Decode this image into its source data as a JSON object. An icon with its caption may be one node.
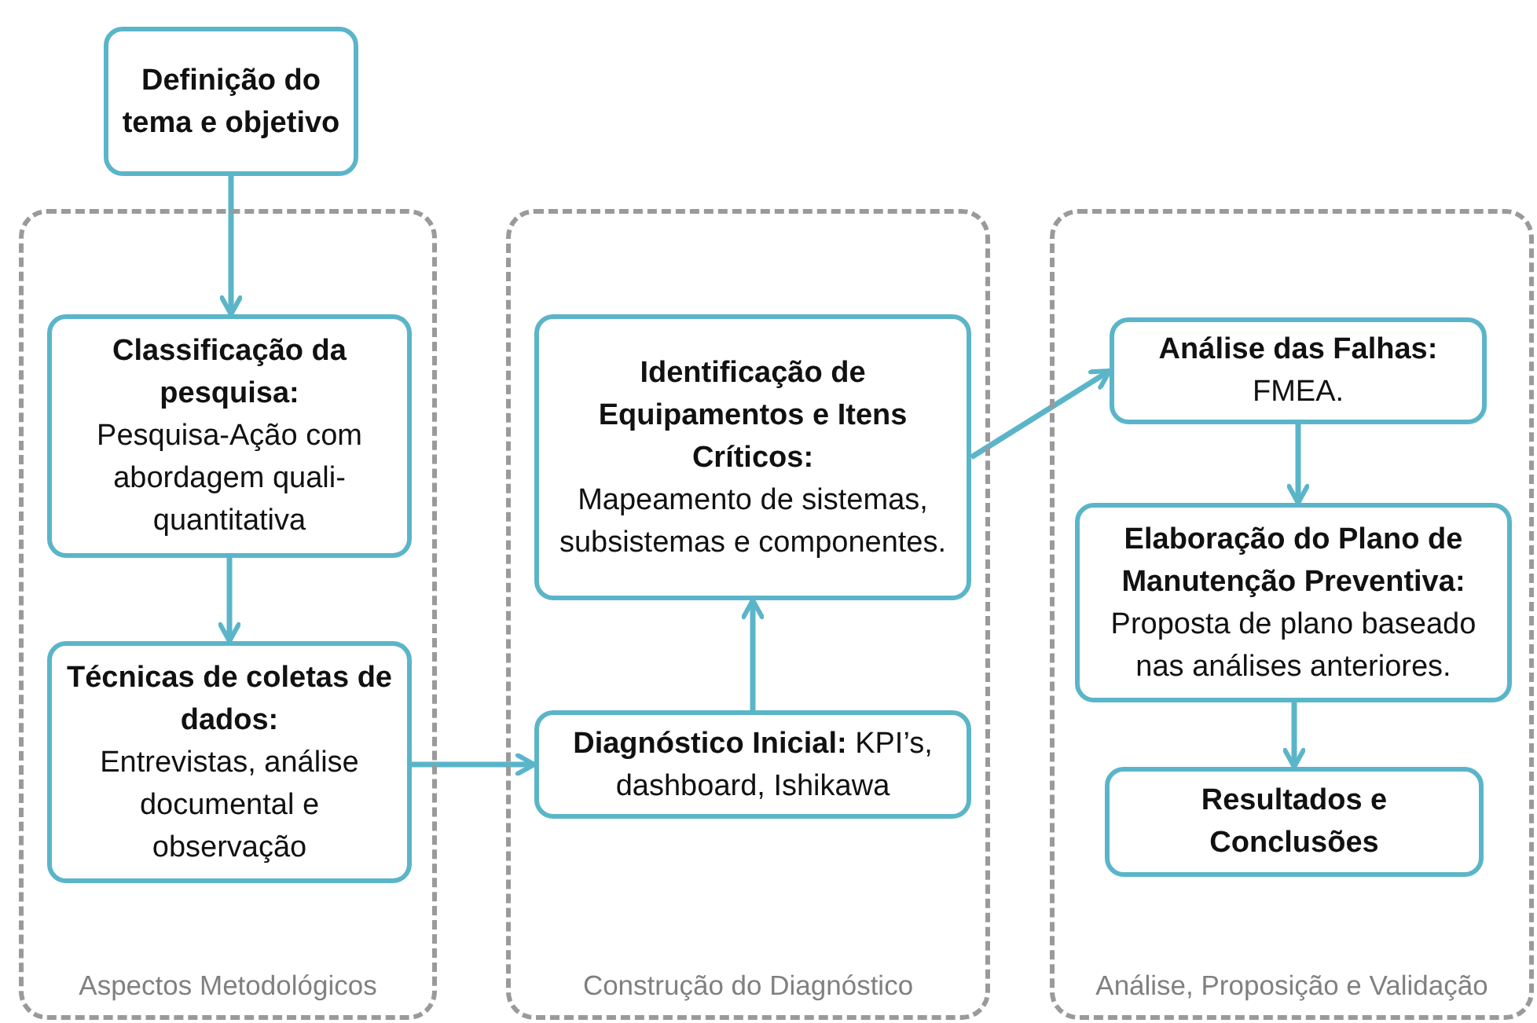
{
  "diagram": {
    "nodes": [
      {
        "text": [
          "Definição do tema e objetivo"
        ]
      },
      {
        "text": [
          "Aspectos Metodológicos"
        ]
      },
      {
        "text": [
          "Classificação da pesquisa:",
          "Pesquisa-Ação com abordagem quali-quantitativa"
        ],
        "in": 1
      },
      {
        "text": [
          "Técnicas de coletas de dados:",
          "Entrevistas, análise documental e observação"
        ],
        "in": 1
      },
      {
        "text": [
          "Construção do Diagnóstico"
        ]
      },
      {
        "text": [
          "Identificação de Equipamentos e Itens Críticos:",
          "Mapeamento de sistemas, subsistemas e componentes."
        ],
        "in": 4
      },
      {
        "text": [
          "**Diagnóstico Inicial:** KPI’s, dashboard, Ishikawa"
        ],
        "in": 4
      },
      {
        "text": [
          "Análise, Proposição e Validação"
        ]
      },
      {
        "text": [
          "Análise das Falhas:",
          "FMEA."
        ],
        "in": 7
      },
      {
        "text": [
          "Elaboração do Plano de Manutenção Preventiva:",
          "Proposta de plano baseado nas análises anteriores."
        ],
        "in": 7
      },
      {
        "text": [
          "Resultados e Conclusões"
        ],
        "in": 7
      }
    ],
    "edges": [
      {
        "from": 0,
        "to": 2,
        "arrow": "to"
      },
      {
        "from": 2,
        "to": 3,
        "arrow": "to"
      },
      {
        "from": 3,
        "to": 6,
        "arrow": "to"
      },
      {
        "from": 6,
        "to": 5,
        "arrow": "to"
      },
      {
        "from": 5,
        "to": 8,
        "arrow": "to"
      },
      {
        "from": 8,
        "to": 9,
        "arrow": "to"
      },
      {
        "from": 9,
        "to": 10,
        "arrow": "to"
      }
    ]
  }
}
